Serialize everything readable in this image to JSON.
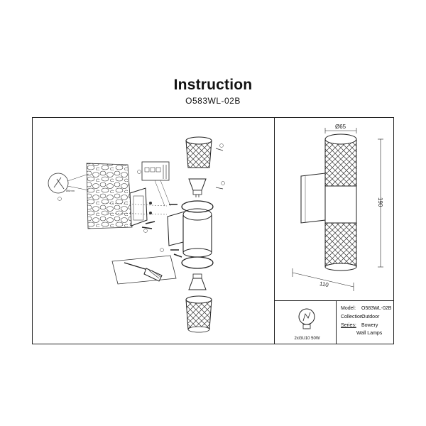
{
  "header": {
    "title": "Instruction",
    "model_code": "O583WL-02B"
  },
  "dimensions": {
    "diameter": "Ø65",
    "height": "190",
    "depth": "110"
  },
  "lamp": {
    "rating": "2xGU10 50W"
  },
  "specs": {
    "model_label": "Model:",
    "model_value": "O583WL-02B",
    "collection_label": "Collection:",
    "collection_value": "Outdoor",
    "series_label": "Series:",
    "series_value": "Bowery",
    "type_value": "Wall Lamps"
  },
  "icons": [
    "screw-icon",
    "screwdriver-icon",
    "bulb-icon",
    "wall-anchor-icon",
    "connector-block-icon"
  ]
}
